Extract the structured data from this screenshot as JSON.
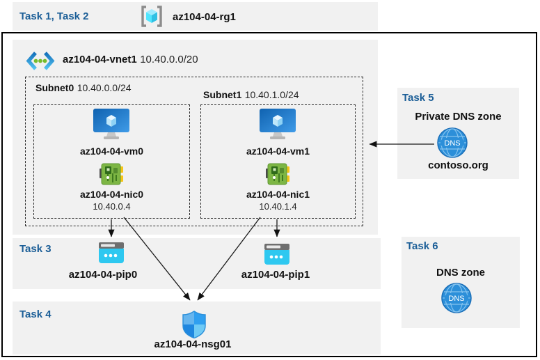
{
  "header": {
    "tasks_label": "Task 1, Task 2",
    "rg_name": "az104-04-rg1"
  },
  "vnet": {
    "name": "az104-04-vnet1",
    "cidr": "10.40.0.0/20",
    "subnets": [
      {
        "name": "Subnet0",
        "cidr": "10.40.0.0/24",
        "vm": "az104-04-vm0",
        "nic": "az104-04-nic0",
        "ip": "10.40.0.4"
      },
      {
        "name": "Subnet1",
        "cidr": "10.40.1.0/24",
        "vm": "az104-04-vm1",
        "nic": "az104-04-nic1",
        "ip": "10.40.1.4"
      }
    ]
  },
  "task3": {
    "label": "Task 3",
    "pip0": "az104-04-pip0",
    "pip1": "az104-04-pip1"
  },
  "task4": {
    "label": "Task 4",
    "nsg": "az104-04-nsg01"
  },
  "task5": {
    "label": "Task 5",
    "title": "Private DNS zone",
    "zone": "contoso.org",
    "dns_text": "DNS"
  },
  "task6": {
    "label": "Task 6",
    "title": "DNS zone",
    "dns_text": "DNS"
  },
  "colors": {
    "task_label_blue": "#1B5E97",
    "panel_gray": "#F1F1F1",
    "pip_cyan": "#2EC8F0",
    "nic_green": "#7DB644",
    "vm_blue": "#1C7DD4",
    "dns_blue": "#2C8FD9",
    "nsg_quadrants": [
      "#66B5EE",
      "#2F9FF0",
      "#1F87E0",
      "#6FCAF5"
    ]
  }
}
